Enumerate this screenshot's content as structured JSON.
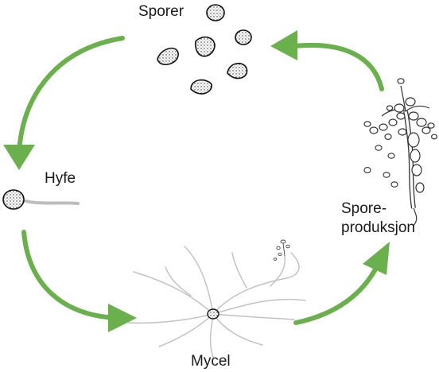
{
  "diagram": {
    "labels": {
      "spores": "Sporer",
      "hypha": "Hyfe",
      "spore_production_line1": "Spore-",
      "spore_production_line2": "produksjon",
      "mycelium": "Mycel"
    },
    "colors": {
      "arrow": "#6ab04c",
      "spore_fill": "#3a3a3a",
      "hypha": "#bdbdbd",
      "ink": "#1a1a1a"
    }
  }
}
